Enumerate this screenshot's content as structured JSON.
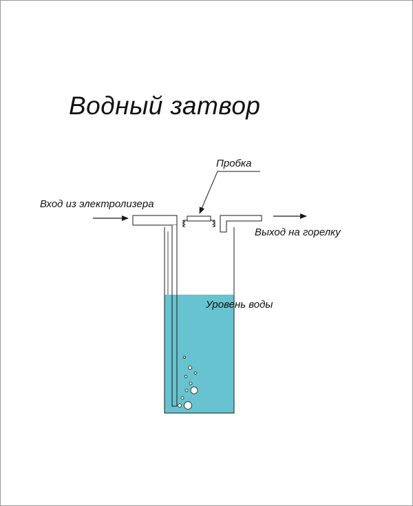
{
  "diagram": {
    "title": "Водный затвор",
    "labels": {
      "cap": "Пробка",
      "inlet": "Вход из электролизера",
      "outlet": "Выход на горелку",
      "water_level": "Уровень воды"
    },
    "colors": {
      "water": "#67c3cf",
      "line": "#1a1a1a",
      "frame": "#9a9a9a",
      "background": "#ffffff"
    }
  }
}
